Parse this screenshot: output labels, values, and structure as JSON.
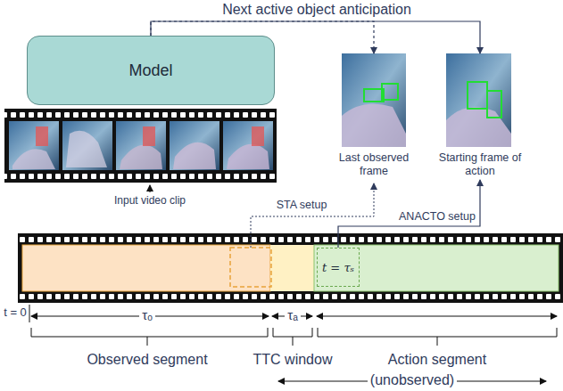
{
  "diagram": {
    "nodes": [
      {
        "text": [
          "Model"
        ]
      },
      {
        "text": [
          "Last observed frame"
        ]
      },
      {
        "text": [
          "Starting frame of action"
        ]
      },
      {
        "text": [
          "t = τₛ"
        ]
      }
    ],
    "edges": [
      {
        "from": 0,
        "to": 1,
        "arrow": "to"
      },
      {
        "from": 0,
        "to": 2,
        "arrow": "to",
        "label": "Next active object anticipation"
      },
      {
        "from": 3,
        "to": 2,
        "arrow": "to",
        "label": "ANACTO setup"
      }
    ],
    "labels": [
      "Input video clip",
      "STA setup",
      "t = 0",
      "τₒ",
      "τₐ",
      "Observed segment",
      "TTC window",
      "Action segment",
      "(unobserved)"
    ]
  }
}
